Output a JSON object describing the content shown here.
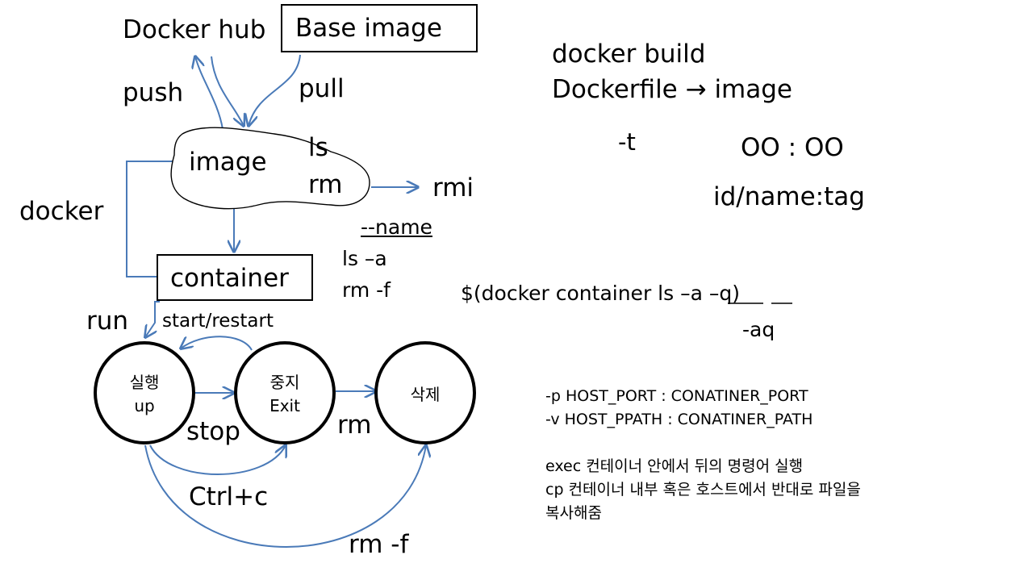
{
  "diagram": {
    "labels": {
      "docker_hub": "Docker hub",
      "base_image": "Base image",
      "push": "push",
      "pull": "pull",
      "image": "image",
      "image_ls": "ls",
      "image_rm": "rm",
      "rmi": "rmi",
      "docker": "docker",
      "container": "container",
      "name_opt": "--name",
      "ls_a": "ls –a",
      "rm_f": "rm -f",
      "run": "run",
      "start_restart": "start/restart",
      "stop": "stop",
      "rm": "rm",
      "ctrl_c": "Ctrl+c",
      "rm_f_bottom": "rm -f"
    },
    "states": {
      "running_ko": "실행",
      "running_en": "up",
      "stopped_ko": "중지",
      "stopped_en": "Exit",
      "deleted_ko": "삭제"
    }
  },
  "notes": {
    "build_cmd": "docker build",
    "build_desc": "Dockerfile → image",
    "tag_flag": "-t",
    "tag_format": "OO : OO",
    "tag_desc": "id/name:tag",
    "subshell_prefix": "$(docker container ls ",
    "subshell_a": "–a",
    "subshell_space": " ",
    "subshell_q": "–q",
    "subshell_suffix": ")",
    "aq": "-aq",
    "port_opt": "-p HOST_PORT : CONATINER_PORT",
    "volume_opt": "-v HOST_PPATH : CONATINER_PATH",
    "exec_note": "exec 컨테이너 안에서 뒤의 명령어 실행",
    "cp_note_line1": "cp 컨테이너 내부 혹은 호스트에서 반대로 파일을",
    "cp_note_line2": "복사해줌"
  },
  "colors": {
    "arrow": "#4a7ab8",
    "outline": "#000000",
    "background": "#ffffff"
  }
}
